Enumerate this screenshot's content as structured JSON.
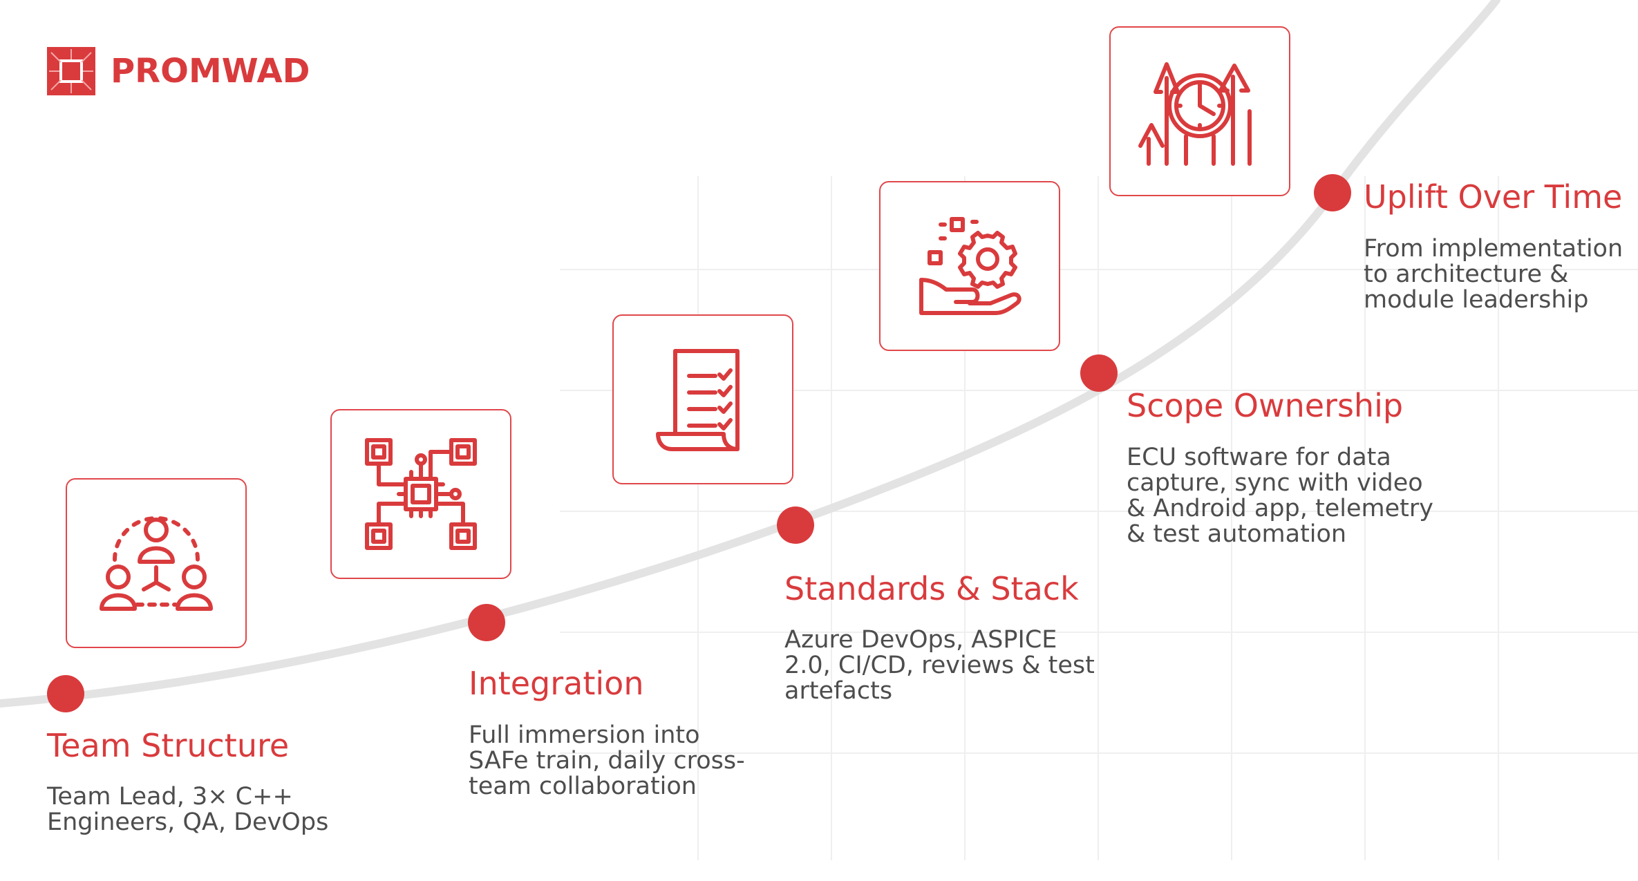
{
  "brand": {
    "name": "PROMWAD",
    "color": "#d93b3d"
  },
  "colors": {
    "accent": "#d93b3d",
    "curve": "#e3e3e3",
    "grid": "#f0f0f0",
    "text": "#4d4d4d"
  },
  "steps": [
    {
      "title": "Team Structure",
      "desc": [
        "Team Lead, 3× C++",
        "Engineers, QA, DevOps"
      ],
      "icon": "team-icon"
    },
    {
      "title": "Integration",
      "desc": [
        "Full immersion into",
        "SAFe train, daily cross-",
        "team collaboration"
      ],
      "icon": "chip-network-icon"
    },
    {
      "title": "Standards & Stack",
      "desc": [
        "Azure DevOps, ASPICE",
        "2.0, CI/CD, reviews & test",
        "artefacts"
      ],
      "icon": "checklist-document-icon"
    },
    {
      "title": "Scope Ownership",
      "desc": [
        "ECU software for data",
        "capture, sync with video",
        "& Android app, telemetry",
        "& test automation"
      ],
      "icon": "hand-gear-icon"
    },
    {
      "title": "Uplift Over Time",
      "desc": [
        "From implementation",
        "to architecture &",
        "module leadership"
      ],
      "icon": "clock-growth-icon"
    }
  ]
}
